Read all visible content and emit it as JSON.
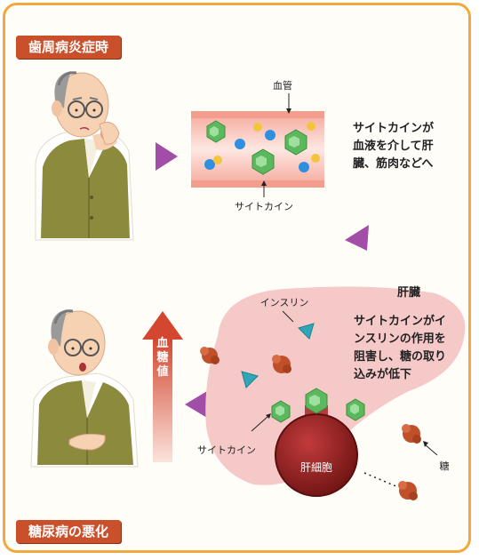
{
  "labels": {
    "periodontitis": "歯周病炎症時",
    "diabetes_worse": "糖尿病の悪化",
    "blood_vessel": "血管",
    "cytokine_top": "サイトカイン",
    "cytokine_bottom": "サイトカイン",
    "cytokine_desc": [
      "サイトカインが",
      "血液を介して肝",
      "臓、筋肉などへ"
    ],
    "liver": "肝臓",
    "insulin": "インスリン",
    "liver_desc": [
      "サイトカインがイ",
      "ンスリンの作用を",
      "阻害し、糖の取り",
      "込みが低下"
    ],
    "blood_sugar": [
      "血",
      "糖",
      "値"
    ],
    "liver_cell": "肝細胞",
    "sugar": "糖"
  },
  "icons": [
    "elderly-man-cheek-pain-figure",
    "elderly-man-stomach-figure",
    "cytokine-hexagon-icon",
    "insulin-triangle-icon",
    "sugar-blob-icon",
    "purple-arrow-icon"
  ],
  "colors": {
    "frame": "#f2a93b",
    "ribbon": "#c9502a",
    "vessel": "#f08a7a",
    "cytokine": "#5cb85c",
    "insulin": "#2fa7b8",
    "sugar": "#c0502a",
    "arrow_purple": "#9b4ea5",
    "liver": "#f6c9c9"
  }
}
